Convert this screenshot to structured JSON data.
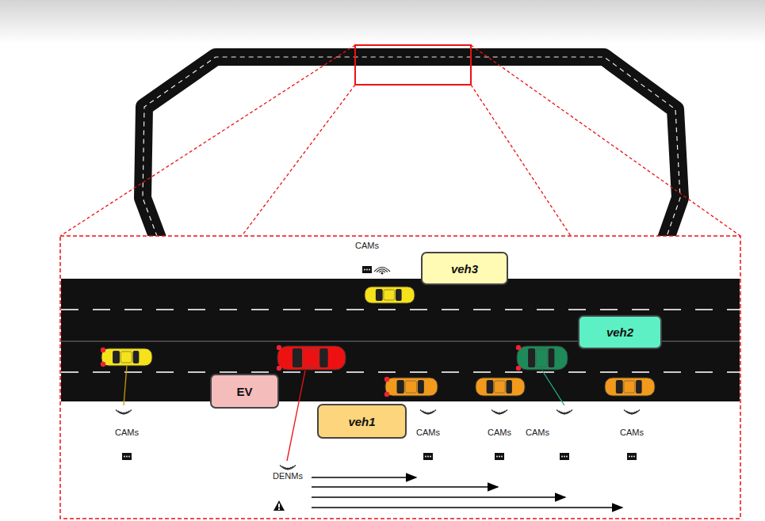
{
  "diagram": {
    "nodes": [
      {
        "text": [
          "veh3"
        ]
      },
      {
        "text": [
          "veh2"
        ]
      },
      {
        "text": [
          "EV"
        ]
      },
      {
        "text": [
          "veh1"
        ]
      }
    ],
    "labels": [
      "CAMs",
      "CAMs",
      "CAMs",
      "CAMs",
      "CAMs",
      "CAMs",
      "DENMs"
    ]
  }
}
